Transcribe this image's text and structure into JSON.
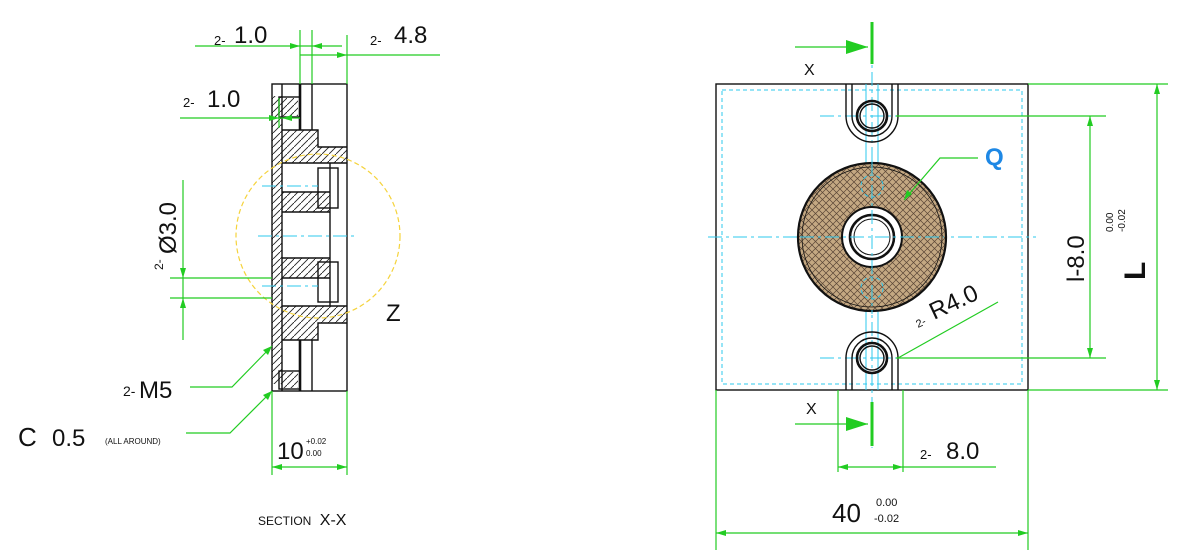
{
  "colors": {
    "dimension": "#22cc22",
    "centerline": "#2ec8ee",
    "outline": "#111111",
    "hatch": "#c4a882",
    "detail_circle": "#f5d33c",
    "label_q": "#1e88e5"
  },
  "section_view": {
    "caption_prefix": "SECTION",
    "caption_mark": "X-X",
    "dim_top_left_prefix": "2-",
    "dim_top_left_value": "1.0",
    "dim_top_right_prefix": "2-",
    "dim_top_right_value": "4.8",
    "dim_left_prefix": "2-",
    "dim_left_value": "1.0",
    "dim_dia_prefix": "2-",
    "dim_dia_value": "Ø3.0",
    "thread_prefix": "2-",
    "thread_value": "M5",
    "chamfer_label": "C",
    "chamfer_value": "0.5",
    "chamfer_note": "(ALL AROUND)",
    "width_value": "10",
    "width_tol_upper": "+0.02",
    "width_tol_lower": "0.00",
    "detail_label": "Z"
  },
  "front_view": {
    "section_mark_top": "X",
    "section_mark_bottom": "X",
    "insert_label": "Q",
    "radius_prefix": "2-",
    "radius_value": "R4.0",
    "inner_dim": "l-8.0",
    "outer_dim": "L",
    "outer_tol_upper": "0.00",
    "outer_tol_lower": "-0.02",
    "slot_dim_prefix": "2-",
    "slot_dim_value": "8.0",
    "width_value": "40",
    "width_tol_upper": "0.00",
    "width_tol_lower": "-0.02"
  }
}
